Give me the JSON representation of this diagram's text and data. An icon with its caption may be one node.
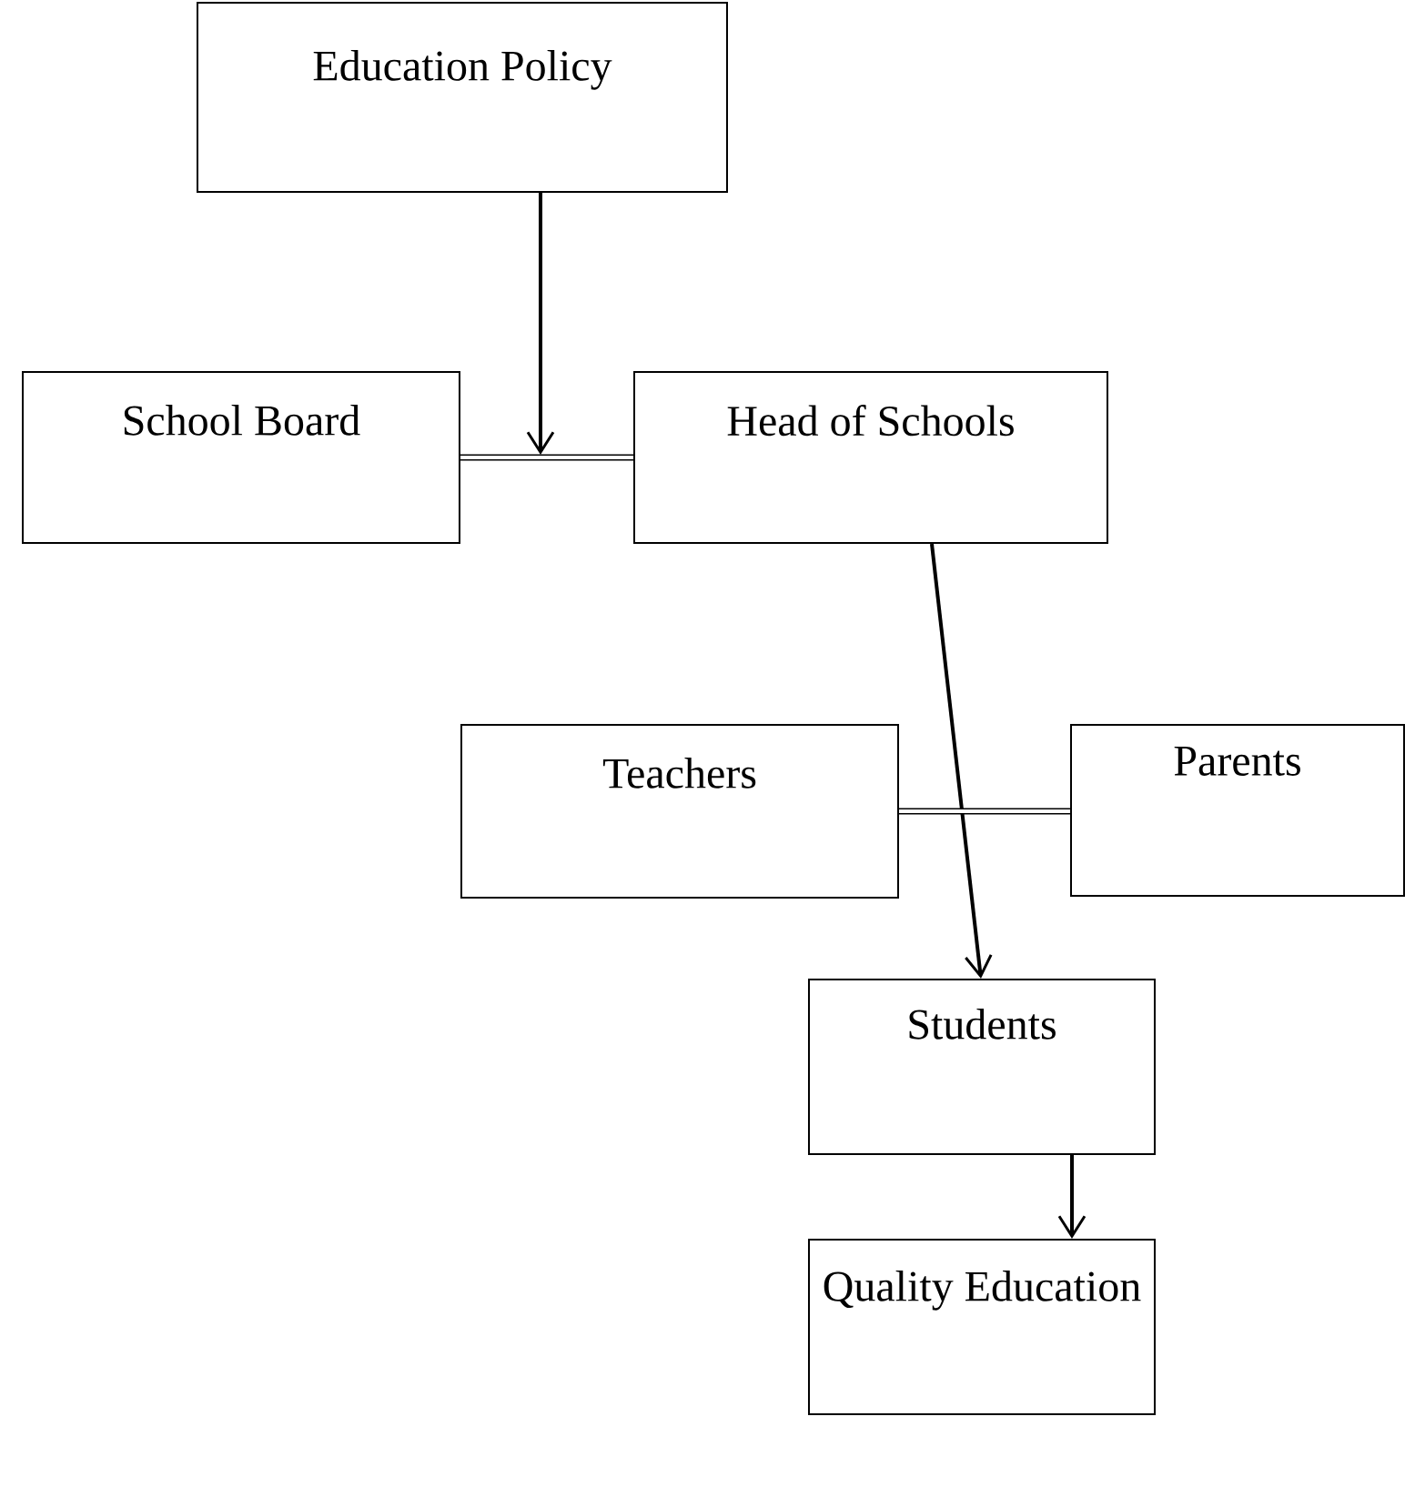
{
  "diagram": {
    "nodes": [
      {
        "text": [
          "Education Policy"
        ]
      },
      {
        "text": [
          "School Board"
        ]
      },
      {
        "text": [
          "Head of Schools"
        ]
      },
      {
        "text": [
          "Teachers"
        ]
      },
      {
        "text": [
          "Parents"
        ]
      },
      {
        "text": [
          "Students"
        ]
      },
      {
        "text": [
          "Quality Education"
        ]
      }
    ],
    "edges": [
      {
        "from": 0,
        "to": null,
        "arrow": "to"
      },
      {
        "from": 1,
        "to": 2,
        "arrow": "none"
      },
      {
        "from": 2,
        "to": 5,
        "arrow": "to"
      },
      {
        "from": 3,
        "to": 4,
        "arrow": "none"
      },
      {
        "from": 5,
        "to": 6,
        "arrow": "to"
      }
    ]
  }
}
